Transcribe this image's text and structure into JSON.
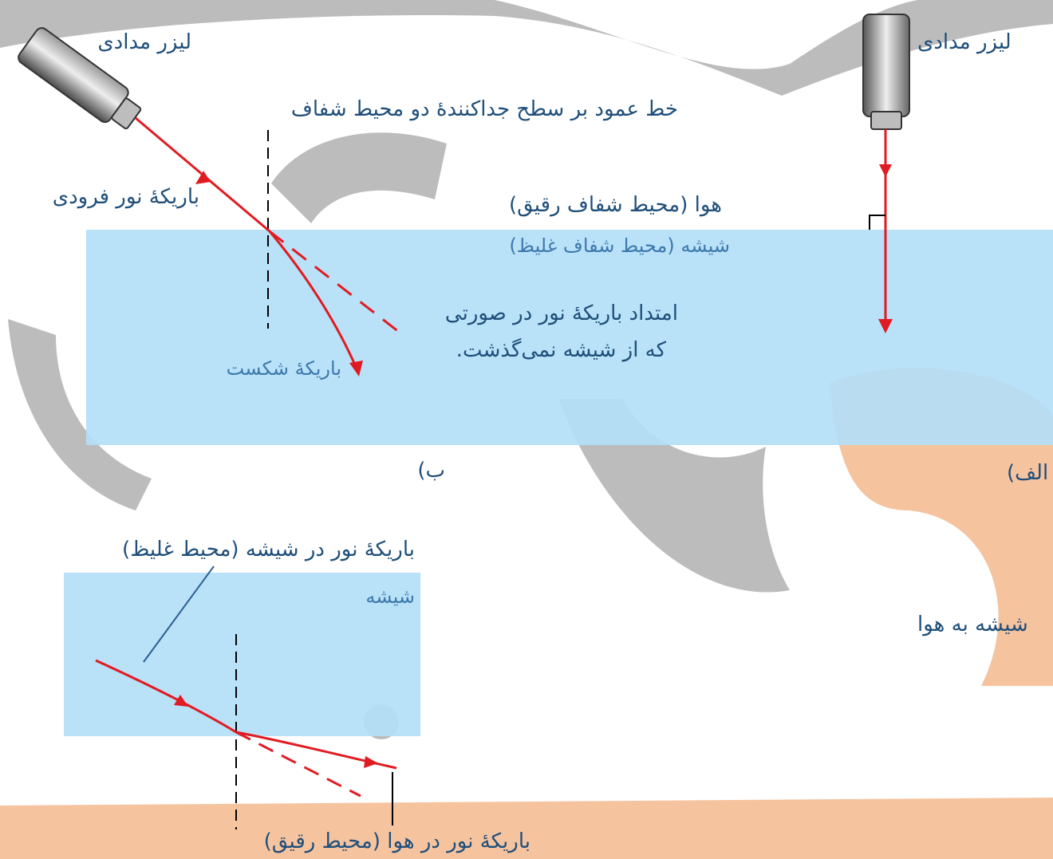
{
  "colors": {
    "glass": "#b3def7",
    "beam": "#e11b22",
    "label_dark": "#1f4f7a",
    "label_blue": "#3d79ad",
    "normal_line": "#000000",
    "pointer_line": "#2a5f93",
    "watermark_gray": "#b8b8b8",
    "watermark_orange": "#f6c09a"
  },
  "figure_b": {
    "laser_label": "لیزر مدادی",
    "normal_label": "خط عمود بر سطح جداکنندهٔ دو محیط شفاف",
    "incident_label": "باریکهٔ نور فرودی",
    "air_label": "هوا (محیط شفاف رقیق)",
    "glass_label": "شیشه (محیط شفاف غلیظ)",
    "extension_label_line1": "امتداد باریکهٔ نور در صورتی",
    "extension_label_line2": "که از شیشه نمی‌گذشت.",
    "refracted_label": "باریکهٔ شکست",
    "caption": "ب)"
  },
  "figure_a": {
    "laser_label": "لیزر مدادی",
    "caption": "الف)"
  },
  "figure_c": {
    "beam_in_glass_label": "باریکهٔ نور در شیشه (محیط غلیظ)",
    "glass_label": "شیشه",
    "beam_in_air_label": "باریکهٔ نور در هوا (محیط رقیق)",
    "side_caption": "شیشه به هوا"
  },
  "icons": [
    "laser-pointer-icon",
    "arrowhead-icon"
  ]
}
